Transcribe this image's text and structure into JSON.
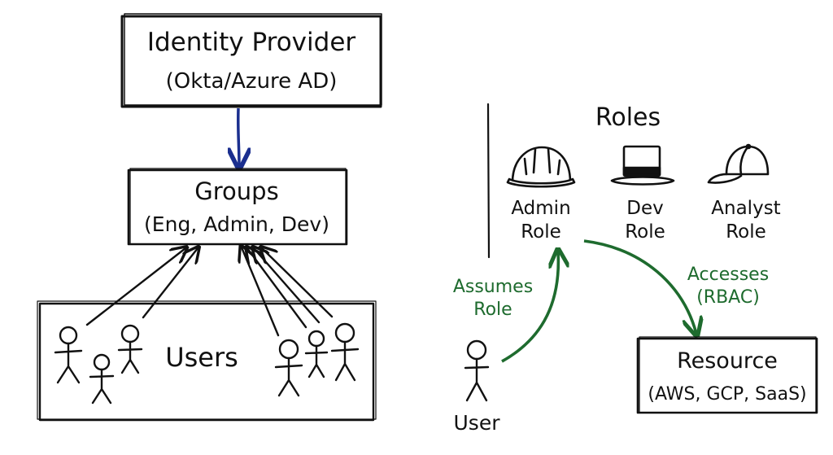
{
  "left": {
    "identity_provider": {
      "title": "Identity Provider",
      "subtitle": "(Okta/Azure AD)"
    },
    "groups": {
      "title": "Groups",
      "subtitle": "(Eng, Admin, Dev)"
    },
    "users_label": "Users"
  },
  "right": {
    "roles_heading": "Roles",
    "roles": [
      {
        "line1": "Admin",
        "line2": "Role",
        "icon": "hard-hat-icon"
      },
      {
        "line1": "Dev",
        "line2": "Role",
        "icon": "top-hat-icon"
      },
      {
        "line1": "Analyst",
        "line2": "Role",
        "icon": "cap-icon"
      }
    ],
    "assumes_label": {
      "line1": "Assumes",
      "line2": "Role"
    },
    "accesses_label": {
      "line1": "Accesses",
      "line2": "(RBAC)"
    },
    "resource": {
      "title": "Resource",
      "subtitle": "(AWS, GCP, SaaS)"
    },
    "user_label": "User"
  },
  "colors": {
    "ink": "#111111",
    "blue_arrow": "#1b2f8f",
    "green_arrow": "#1e6b2e"
  }
}
